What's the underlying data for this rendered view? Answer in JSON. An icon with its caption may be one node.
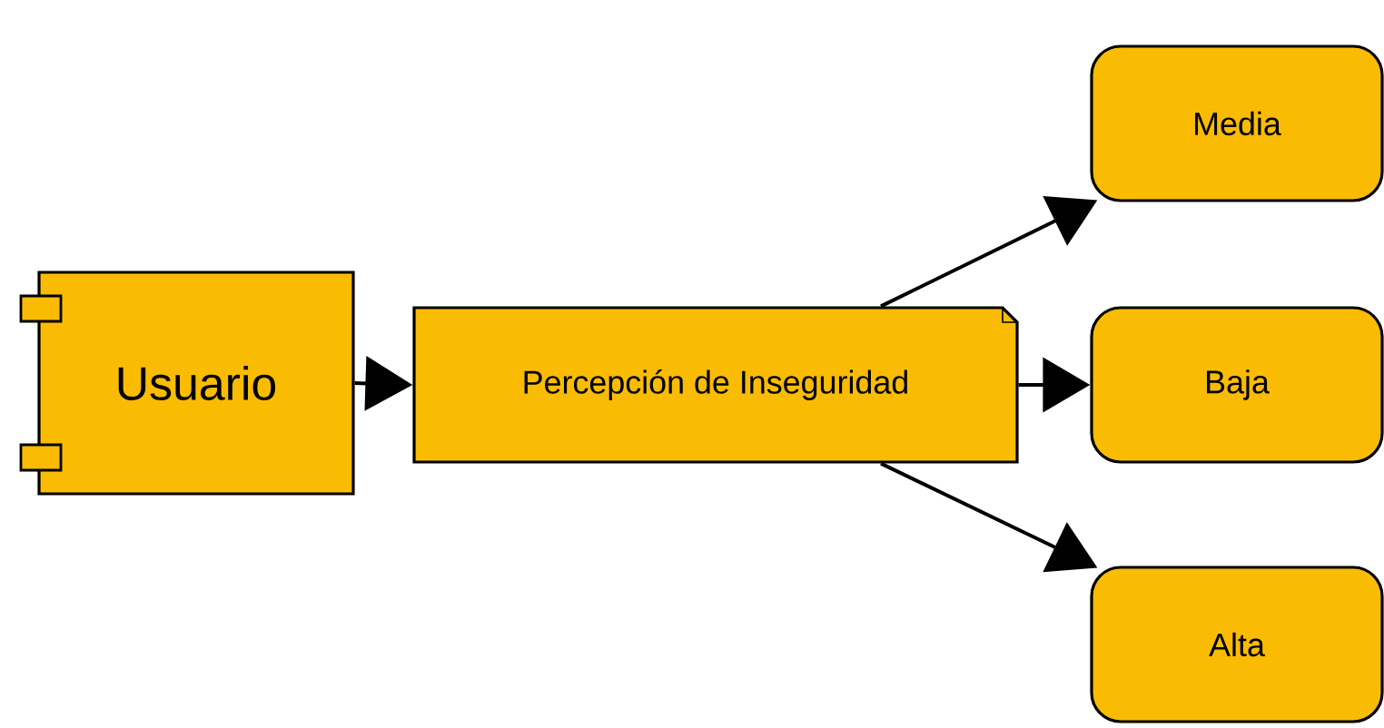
{
  "diagram": {
    "nodes": [
      {
        "text": [
          "Usuario"
        ]
      },
      {
        "text": [
          "Percepción de Inseguridad"
        ]
      },
      {
        "text": [
          "Media"
        ]
      },
      {
        "text": [
          "Baja"
        ]
      },
      {
        "text": [
          "Alta"
        ]
      }
    ],
    "edges": [
      {
        "from": 0,
        "to": 1,
        "arrow": "to"
      },
      {
        "from": 1,
        "to": 2,
        "arrow": "to"
      },
      {
        "from": 1,
        "to": 3,
        "arrow": "to"
      },
      {
        "from": 1,
        "to": 4,
        "arrow": "to"
      }
    ]
  }
}
